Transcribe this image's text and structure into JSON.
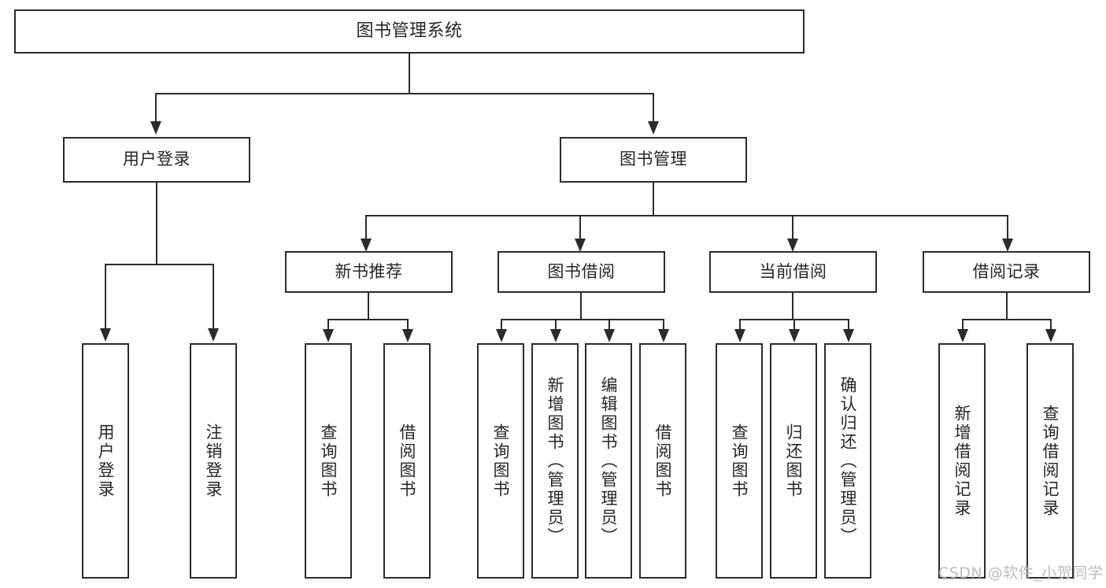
{
  "diagram": {
    "title": "图书管理系统",
    "type": "tree-hierarchy-diagram",
    "root": {
      "label": "图书管理系统"
    },
    "level1": [
      {
        "label": "用户登录"
      },
      {
        "label": "图书管理"
      }
    ],
    "level2": [
      {
        "label": "新书推荐"
      },
      {
        "label": "图书借阅"
      },
      {
        "label": "当前借阅"
      },
      {
        "label": "借阅记录"
      }
    ],
    "leaves": {
      "user_login": [
        {
          "label": "用户登录"
        },
        {
          "label": "注销登录"
        }
      ],
      "new_book_recommend": [
        {
          "label": "查询图书"
        },
        {
          "label": "借阅图书"
        }
      ],
      "book_borrow": [
        {
          "label": "查询图书"
        },
        {
          "label": "新增图书（管理员）"
        },
        {
          "label": "编辑图书（管理员）"
        },
        {
          "label": "借阅图书"
        }
      ],
      "current_borrow": [
        {
          "label": "查询图书"
        },
        {
          "label": "归还图书"
        },
        {
          "label": "确认归还（管理员）"
        }
      ],
      "borrow_record": [
        {
          "label": "新增借阅记录"
        },
        {
          "label": "查询借阅记录"
        }
      ]
    }
  },
  "watermark": {
    "text": "CSDN @软件_小贺同学"
  },
  "colors": {
    "stroke": "#2b2b2b",
    "background": "#ffffff",
    "text": "#262626",
    "watermark": "#bdbdbd"
  }
}
